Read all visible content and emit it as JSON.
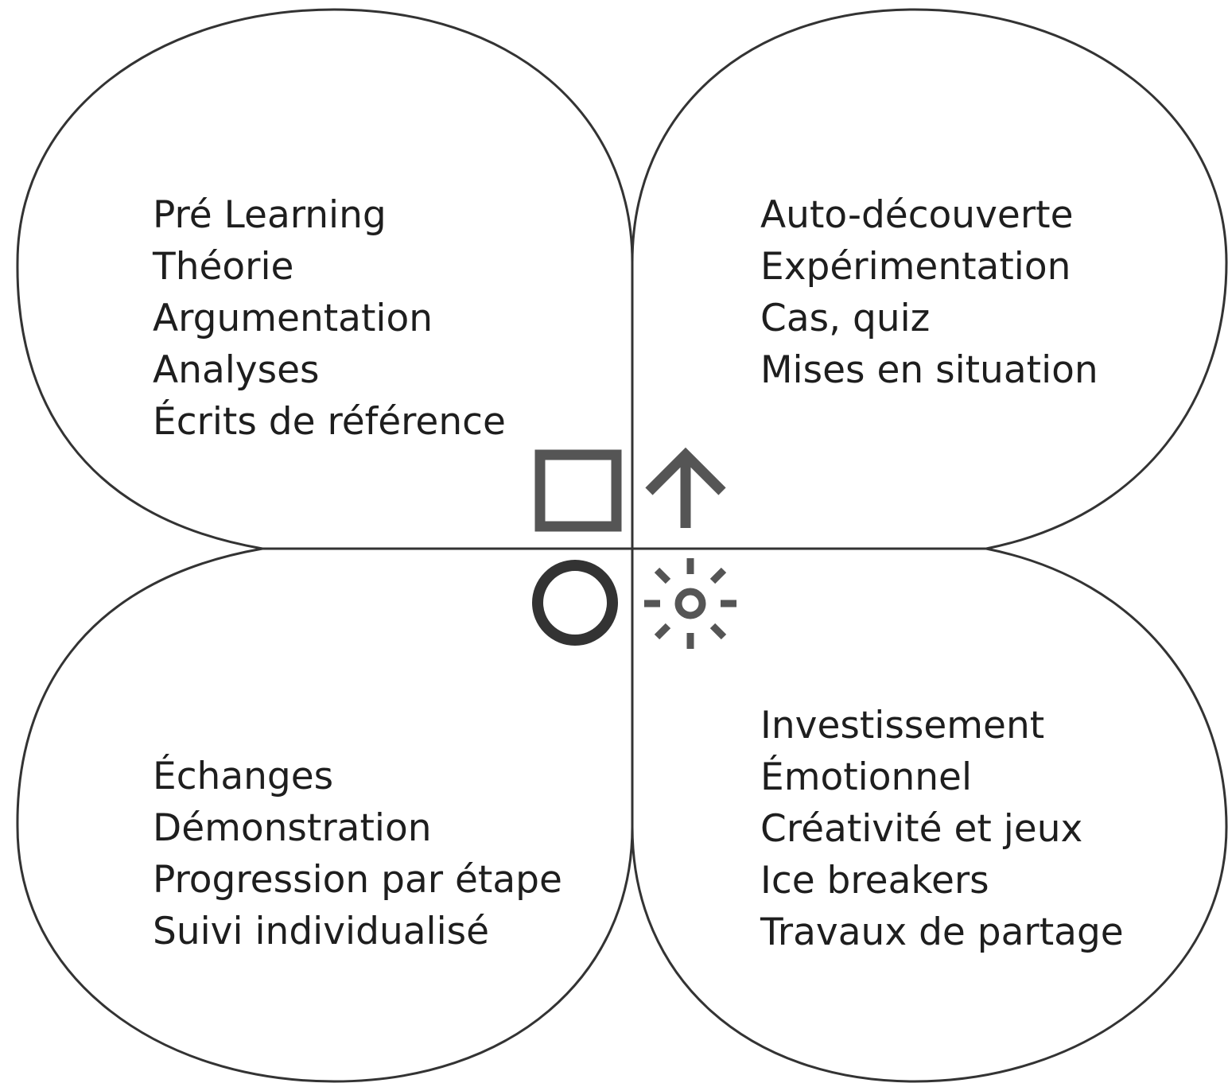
{
  "diagram": {
    "line_color": "#333333",
    "symbol_color": "#555555",
    "quadrants": {
      "top_left": {
        "symbol": "square-icon",
        "items": [
          "Pré Learning",
          "Théorie",
          "Argumentation",
          "Analyses",
          "Écrits de référence"
        ]
      },
      "top_right": {
        "symbol": "arrow-up-icon",
        "items": [
          "Auto-découverte",
          "Expérimentation",
          "Cas, quiz",
          "Mises en situation"
        ]
      },
      "bottom_left": {
        "symbol": "circle-icon",
        "items": [
          "Échanges",
          "Démonstration",
          "Progression par étape",
          "Suivi individualisé"
        ]
      },
      "bottom_right": {
        "symbol": "sun-icon",
        "items": [
          "Investissement",
          "Émotionnel",
          "Créativité et jeux",
          "Ice breakers",
          "Travaux de partage"
        ]
      }
    }
  }
}
